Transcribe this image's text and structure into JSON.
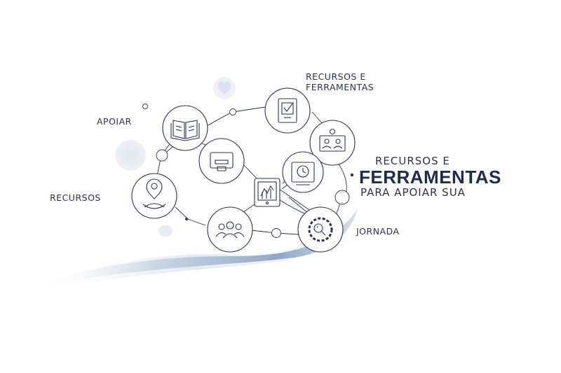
{
  "labels": {
    "top_line1": "RECURSOS E",
    "top_line2": "FERRAMENTAS",
    "apoiar": "APOIAR",
    "recursos": "RECURSOS",
    "jornada": "JORNADA"
  },
  "headline": {
    "line1": "RECURSOS E",
    "line2": "FERRAMENTAS",
    "line3": "PARA APOIAR SUA"
  },
  "colors": {
    "stroke": "#2a3550",
    "text": "#1f2d4d",
    "accent_dot": "#2a3550",
    "swoosh": "#b8c8dc"
  },
  "icons": [
    "open-book-icon",
    "document-icon",
    "tablet-check-icon",
    "video-meeting-icon",
    "clock-screen-icon",
    "tablet-chart-icon",
    "location-person-icon",
    "group-icon",
    "search-gear-icon"
  ]
}
